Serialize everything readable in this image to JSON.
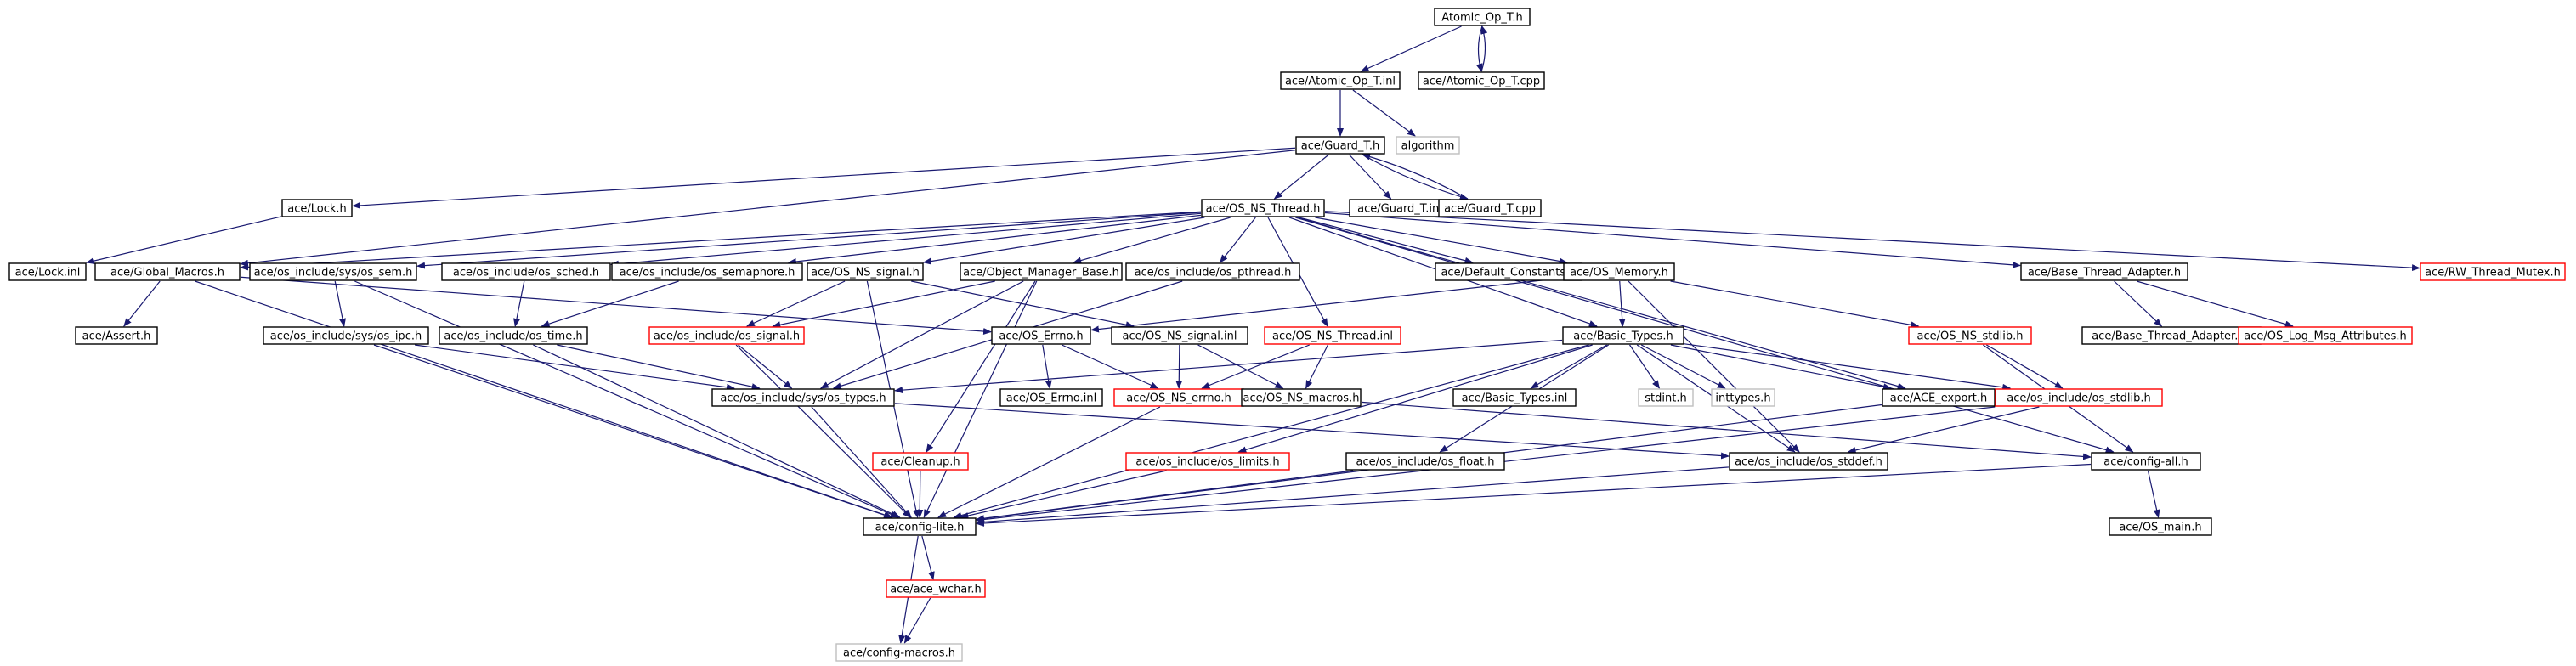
{
  "colors": {
    "edge": "#191970",
    "normal_border": "#000000",
    "truncated_border": "#ff0000",
    "missing_border": "#bfbfbf",
    "root_fill": "#bfbfbf"
  },
  "nodes": [
    {
      "id": "atomic_h",
      "label": "Atomic_Op_T.h",
      "kind": "root"
    },
    {
      "id": "atomic_inl",
      "label": "ace/Atomic_Op_T.inl",
      "kind": "normal"
    },
    {
      "id": "atomic_cpp",
      "label": "ace/Atomic_Op_T.cpp",
      "kind": "normal"
    },
    {
      "id": "guard_h",
      "label": "ace/Guard_T.h",
      "kind": "normal"
    },
    {
      "id": "algorithm",
      "label": "algorithm",
      "kind": "missing"
    },
    {
      "id": "lock_h",
      "label": "ace/Lock.h",
      "kind": "normal"
    },
    {
      "id": "os_ns_thread_h",
      "label": "ace/OS_NS_Thread.h",
      "kind": "normal"
    },
    {
      "id": "guard_inl",
      "label": "ace/Guard_T.inl",
      "kind": "normal"
    },
    {
      "id": "guard_cpp",
      "label": "ace/Guard_T.cpp",
      "kind": "normal"
    },
    {
      "id": "lock_inl",
      "label": "ace/Lock.inl",
      "kind": "normal"
    },
    {
      "id": "global_macros",
      "label": "ace/Global_Macros.h",
      "kind": "normal"
    },
    {
      "id": "sys_sem",
      "label": "ace/os_include/sys/os_sem.h",
      "kind": "normal"
    },
    {
      "id": "os_sched",
      "label": "ace/os_include/os_sched.h",
      "kind": "normal"
    },
    {
      "id": "os_semaphore",
      "label": "ace/os_include/os_semaphore.h",
      "kind": "normal"
    },
    {
      "id": "os_ns_signal_h",
      "label": "ace/OS_NS_signal.h",
      "kind": "normal"
    },
    {
      "id": "obj_mgr_base",
      "label": "ace/Object_Manager_Base.h",
      "kind": "normal"
    },
    {
      "id": "os_pthread",
      "label": "ace/os_include/os_pthread.h",
      "kind": "normal"
    },
    {
      "id": "default_constants",
      "label": "ace/Default_Constants.h",
      "kind": "normal"
    },
    {
      "id": "os_memory",
      "label": "ace/OS_Memory.h",
      "kind": "normal"
    },
    {
      "id": "base_thread_adapter_h",
      "label": "ace/Base_Thread_Adapter.h",
      "kind": "normal"
    },
    {
      "id": "rw_thread_mutex",
      "label": "ace/RW_Thread_Mutex.h",
      "kind": "truncated"
    },
    {
      "id": "assert_h",
      "label": "ace/Assert.h",
      "kind": "normal"
    },
    {
      "id": "sys_ipc",
      "label": "ace/os_include/sys/os_ipc.h",
      "kind": "normal"
    },
    {
      "id": "os_time",
      "label": "ace/os_include/os_time.h",
      "kind": "normal"
    },
    {
      "id": "os_signal",
      "label": "ace/os_include/os_signal.h",
      "kind": "truncated"
    },
    {
      "id": "os_errno_h",
      "label": "ace/OS_Errno.h",
      "kind": "normal"
    },
    {
      "id": "os_ns_signal_inl",
      "label": "ace/OS_NS_signal.inl",
      "kind": "normal"
    },
    {
      "id": "os_ns_thread_inl",
      "label": "ace/OS_NS_Thread.inl",
      "kind": "truncated"
    },
    {
      "id": "basic_types_h",
      "label": "ace/Basic_Types.h",
      "kind": "normal"
    },
    {
      "id": "os_ns_stdlib_h",
      "label": "ace/OS_NS_stdlib.h",
      "kind": "truncated"
    },
    {
      "id": "base_thread_adapter_inl",
      "label": "ace/Base_Thread_Adapter.inl",
      "kind": "normal"
    },
    {
      "id": "os_log_msg_attr",
      "label": "ace/OS_Log_Msg_Attributes.h",
      "kind": "truncated"
    },
    {
      "id": "sys_types",
      "label": "ace/os_include/sys/os_types.h",
      "kind": "normal"
    },
    {
      "id": "os_errno_inl",
      "label": "ace/OS_Errno.inl",
      "kind": "normal"
    },
    {
      "id": "os_ns_errno",
      "label": "ace/OS_NS_errno.h",
      "kind": "truncated"
    },
    {
      "id": "os_ns_macros",
      "label": "ace/OS_NS_macros.h",
      "kind": "normal"
    },
    {
      "id": "basic_types_inl",
      "label": "ace/Basic_Types.inl",
      "kind": "normal"
    },
    {
      "id": "stdint",
      "label": "stdint.h",
      "kind": "missing"
    },
    {
      "id": "inttypes",
      "label": "inttypes.h",
      "kind": "missing"
    },
    {
      "id": "ace_export",
      "label": "ace/ACE_export.h",
      "kind": "normal"
    },
    {
      "id": "os_stdlib",
      "label": "ace/os_include/os_stdlib.h",
      "kind": "truncated"
    },
    {
      "id": "cleanup_h",
      "label": "ace/Cleanup.h",
      "kind": "truncated"
    },
    {
      "id": "os_limits",
      "label": "ace/os_include/os_limits.h",
      "kind": "truncated"
    },
    {
      "id": "os_float",
      "label": "ace/os_include/os_float.h",
      "kind": "normal"
    },
    {
      "id": "os_stddef",
      "label": "ace/os_include/os_stddef.h",
      "kind": "normal"
    },
    {
      "id": "config_all",
      "label": "ace/config-all.h",
      "kind": "normal"
    },
    {
      "id": "config_lite",
      "label": "ace/config-lite.h",
      "kind": "normal"
    },
    {
      "id": "os_main",
      "label": "ace/OS_main.h",
      "kind": "normal"
    },
    {
      "id": "ace_wchar",
      "label": "ace/ace_wchar.h",
      "kind": "truncated"
    },
    {
      "id": "config_macros",
      "label": "ace/config-macros.h",
      "kind": "missing"
    }
  ],
  "edges": [
    [
      "atomic_h",
      "atomic_inl"
    ],
    [
      "atomic_h",
      "atomic_cpp"
    ],
    [
      "atomic_cpp",
      "atomic_h"
    ],
    [
      "atomic_inl",
      "guard_h"
    ],
    [
      "atomic_inl",
      "algorithm"
    ],
    [
      "guard_h",
      "lock_h"
    ],
    [
      "guard_h",
      "os_ns_thread_h"
    ],
    [
      "guard_h",
      "guard_inl"
    ],
    [
      "guard_h",
      "guard_cpp"
    ],
    [
      "guard_cpp",
      "guard_h"
    ],
    [
      "guard_h",
      "global_macros"
    ],
    [
      "lock_h",
      "lock_inl"
    ],
    [
      "os_ns_thread_h",
      "global_macros"
    ],
    [
      "os_ns_thread_h",
      "sys_sem"
    ],
    [
      "os_ns_thread_h",
      "os_sched"
    ],
    [
      "os_ns_thread_h",
      "os_semaphore"
    ],
    [
      "os_ns_thread_h",
      "os_ns_signal_h"
    ],
    [
      "os_ns_thread_h",
      "obj_mgr_base"
    ],
    [
      "os_ns_thread_h",
      "os_pthread"
    ],
    [
      "os_ns_thread_h",
      "default_constants"
    ],
    [
      "os_ns_thread_h",
      "os_memory"
    ],
    [
      "os_ns_thread_h",
      "base_thread_adapter_h"
    ],
    [
      "os_ns_thread_h",
      "rw_thread_mutex"
    ],
    [
      "os_ns_thread_h",
      "os_ns_thread_inl"
    ],
    [
      "os_ns_thread_h",
      "basic_types_h"
    ],
    [
      "os_ns_thread_h",
      "ace_export"
    ],
    [
      "os_ns_thread_h",
      "config_all"
    ],
    [
      "global_macros",
      "assert_h"
    ],
    [
      "global_macros",
      "config_lite"
    ],
    [
      "global_macros",
      "os_errno_h"
    ],
    [
      "sys_sem",
      "sys_ipc"
    ],
    [
      "sys_sem",
      "config_lite"
    ],
    [
      "os_sched",
      "os_time"
    ],
    [
      "os_semaphore",
      "os_time"
    ],
    [
      "os_ns_signal_h",
      "os_signal"
    ],
    [
      "os_ns_signal_h",
      "os_ns_signal_inl"
    ],
    [
      "os_ns_signal_h",
      "config_lite"
    ],
    [
      "obj_mgr_base",
      "os_signal"
    ],
    [
      "obj_mgr_base",
      "sys_types"
    ],
    [
      "obj_mgr_base",
      "cleanup_h"
    ],
    [
      "obj_mgr_base",
      "config_lite"
    ],
    [
      "os_pthread",
      "sys_types"
    ],
    [
      "os_memory",
      "basic_types_h"
    ],
    [
      "os_memory",
      "os_ns_stdlib_h"
    ],
    [
      "os_memory",
      "os_errno_h"
    ],
    [
      "os_memory",
      "os_stddef"
    ],
    [
      "base_thread_adapter_h",
      "base_thread_adapter_inl"
    ],
    [
      "base_thread_adapter_h",
      "os_log_msg_attr"
    ],
    [
      "sys_ipc",
      "sys_types"
    ],
    [
      "sys_ipc",
      "config_lite"
    ],
    [
      "os_time",
      "sys_types"
    ],
    [
      "os_time",
      "config_lite"
    ],
    [
      "os_signal",
      "sys_types"
    ],
    [
      "os_signal",
      "config_lite"
    ],
    [
      "os_errno_h",
      "os_errno_inl"
    ],
    [
      "os_errno_h",
      "os_ns_errno"
    ],
    [
      "os_ns_signal_inl",
      "os_ns_errno"
    ],
    [
      "os_ns_signal_inl",
      "os_ns_macros"
    ],
    [
      "os_ns_thread_inl",
      "os_ns_errno"
    ],
    [
      "os_ns_thread_inl",
      "os_ns_macros"
    ],
    [
      "basic_types_h",
      "sys_types"
    ],
    [
      "basic_types_h",
      "basic_types_inl"
    ],
    [
      "basic_types_h",
      "stdint"
    ],
    [
      "basic_types_h",
      "inttypes"
    ],
    [
      "basic_types_h",
      "ace_export"
    ],
    [
      "basic_types_h",
      "os_stdlib"
    ],
    [
      "basic_types_h",
      "os_limits"
    ],
    [
      "basic_types_h",
      "os_float"
    ],
    [
      "basic_types_h",
      "os_stddef"
    ],
    [
      "basic_types_h",
      "config_lite"
    ],
    [
      "os_ns_stdlib_h",
      "os_stdlib"
    ],
    [
      "os_ns_stdlib_h",
      "config_all"
    ],
    [
      "sys_types",
      "config_lite"
    ],
    [
      "sys_types",
      "os_stddef"
    ],
    [
      "os_ns_errno",
      "config_lite"
    ],
    [
      "os_ns_macros",
      "config_all"
    ],
    [
      "ace_export",
      "config_lite"
    ],
    [
      "os_stdlib",
      "os_stddef"
    ],
    [
      "os_stdlib",
      "config_lite"
    ],
    [
      "cleanup_h",
      "config_lite"
    ],
    [
      "os_limits",
      "config_lite"
    ],
    [
      "os_float",
      "config_lite"
    ],
    [
      "os_stddef",
      "config_lite"
    ],
    [
      "config_all",
      "config_lite"
    ],
    [
      "config_all",
      "os_main"
    ],
    [
      "config_lite",
      "ace_wchar"
    ],
    [
      "config_lite",
      "config_macros"
    ],
    [
      "ace_wchar",
      "config_macros"
    ]
  ]
}
